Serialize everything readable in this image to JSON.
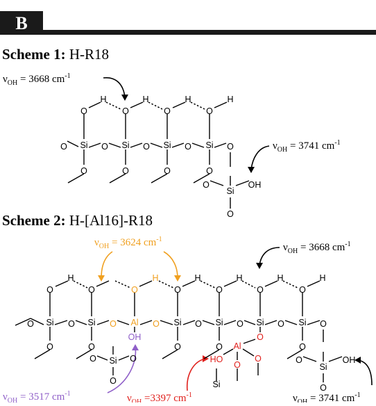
{
  "panel": {
    "label": "B",
    "color_bar": "#1a1a1a"
  },
  "scheme1": {
    "title_bold": "Scheme 1:",
    "title_rest": " H-R18",
    "ann_3668": {
      "nu": "ν",
      "sub": "OH",
      "eq": " = 3668 cm",
      "sup": "-1"
    },
    "ann_3741": {
      "nu": "ν",
      "sub": "OH",
      "eq": " = 3741 cm",
      "sup": "-1"
    }
  },
  "scheme2": {
    "title_bold": "Scheme 2:",
    "title_rest": " H-[Al16]-R18",
    "ann_3624": {
      "nu": "ν",
      "sub": "OH",
      "eq": " = 3624 cm",
      "sup": "-1",
      "color": "#f0a020"
    },
    "ann_3668": {
      "nu": "ν",
      "sub": "OH",
      "eq": " = 3668 cm",
      "sup": "-1"
    },
    "ann_3517": {
      "nu": "ν",
      "sub": "OH",
      "eq": " = 3517 cm",
      "sup": "-1",
      "color": "#8f5fc8"
    },
    "ann_3397": {
      "nu": "ν",
      "sub": "OH",
      "eq": " =3397 cm",
      "sup": "-1",
      "color": "#e0201c"
    },
    "ann_3741": {
      "nu": "ν",
      "sub": "OH",
      "eq": " = 3741 cm",
      "sup": "-1"
    }
  },
  "atoms": {
    "O": "O",
    "H": "H",
    "Si": "Si",
    "Al": "Al",
    "OH": "OH",
    "HO": "HO"
  },
  "colors": {
    "black": "#000000",
    "orange": "#f0a020",
    "purple": "#8f5fc8",
    "red": "#e0201c"
  }
}
